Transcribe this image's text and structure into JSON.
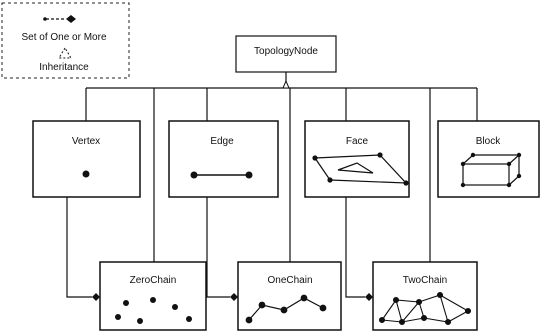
{
  "legend": {
    "aggregation_label": "Set of One or More",
    "inheritance_label": "Inheritance"
  },
  "nodes": {
    "root": "TopologyNode",
    "vertex": "Vertex",
    "edge": "Edge",
    "face": "Face",
    "block": "Block",
    "zerochain": "ZeroChain",
    "onechain": "OneChain",
    "twochain": "TwoChain"
  },
  "colors": {
    "ink": "#111111",
    "background": "#ffffff"
  }
}
